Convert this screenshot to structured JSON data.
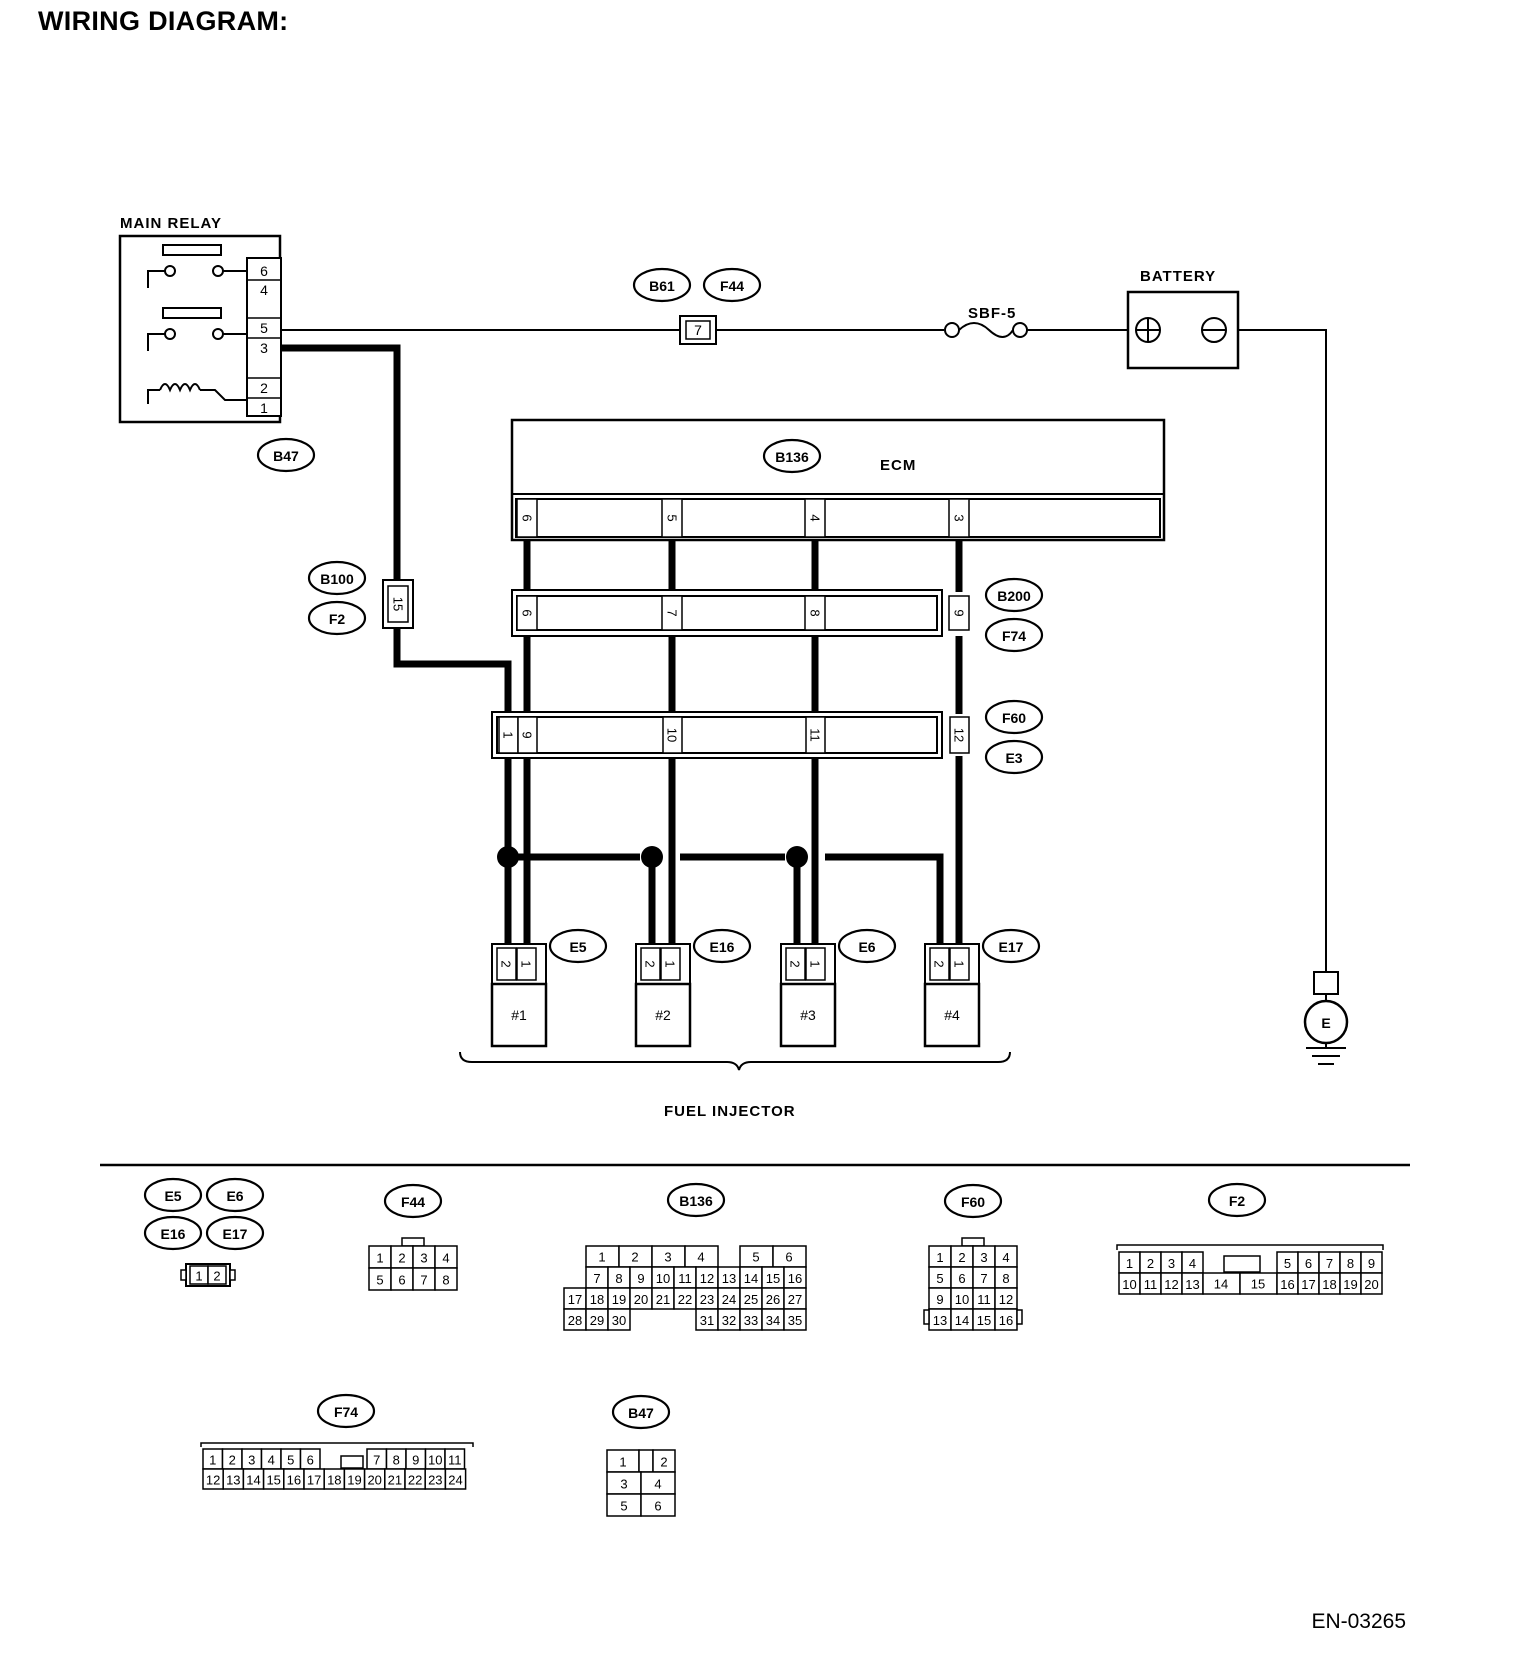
{
  "title": "WIRING DIAGRAM:",
  "doc_id": "EN-03265",
  "labels": {
    "main_relay": "MAIN RELAY",
    "battery": "BATTERY",
    "fuse": "SBF-5",
    "ecm": "ECM",
    "fuel_injector": "FUEL INJECTOR",
    "ground": "E"
  },
  "relay": {
    "connector": "B47",
    "pins": [
      "6",
      "4",
      "5",
      "3",
      "2",
      "1"
    ]
  },
  "b61_f44": {
    "connectors": [
      "B61",
      "F44"
    ],
    "pin": "7"
  },
  "b100_f2": {
    "connectors": [
      "B100",
      "F2"
    ],
    "pin": "15"
  },
  "ecm": {
    "connector": "B136",
    "pins": [
      "6",
      "5",
      "4",
      "3"
    ]
  },
  "b200_f74": {
    "connectors": [
      "B200",
      "F74"
    ],
    "pins": [
      "6",
      "7",
      "8",
      "9"
    ]
  },
  "f60_e3": {
    "connectors": [
      "F60",
      "E3"
    ],
    "pins": [
      "1",
      "9",
      "10",
      "11",
      "12"
    ]
  },
  "injectors": [
    {
      "connector": "E5",
      "label": "#1",
      "pins": [
        "2",
        "1"
      ]
    },
    {
      "connector": "E16",
      "label": "#2",
      "pins": [
        "2",
        "1"
      ]
    },
    {
      "connector": "E6",
      "label": "#3",
      "pins": [
        "2",
        "1"
      ]
    },
    {
      "connector": "E17",
      "label": "#4",
      "pins": [
        "2",
        "1"
      ]
    }
  ],
  "connector_views": {
    "e5_group": {
      "ids": [
        "E5",
        "E6",
        "E16",
        "E17"
      ],
      "rows": [
        [
          "1",
          "2"
        ]
      ]
    },
    "f44": {
      "id": "F44",
      "rows": [
        [
          "1",
          "2",
          "3",
          "4"
        ],
        [
          "5",
          "6",
          "7",
          "8"
        ]
      ]
    },
    "b136": {
      "id": "B136",
      "rows": [
        [
          "1",
          "2",
          "3",
          "4",
          "",
          "5",
          "6"
        ],
        [
          "7",
          "8",
          "9",
          "10",
          "11",
          "12",
          "13",
          "14",
          "15",
          "16"
        ],
        [
          "17",
          "18",
          "19",
          "20",
          "21",
          "22",
          "23",
          "24",
          "25",
          "26",
          "27"
        ],
        [
          "28",
          "29",
          "30",
          "31",
          "32",
          "33",
          "34",
          "35"
        ]
      ]
    },
    "f60": {
      "id": "F60",
      "rows": [
        [
          "1",
          "2",
          "3",
          "4"
        ],
        [
          "5",
          "6",
          "7",
          "8"
        ],
        [
          "9",
          "10",
          "11",
          "12"
        ],
        [
          "13",
          "14",
          "15",
          "16"
        ]
      ]
    },
    "f2": {
      "id": "F2",
      "rows": [
        [
          "1",
          "2",
          "3",
          "4",
          "5",
          "6",
          "7",
          "8",
          "9"
        ],
        [
          "10",
          "11",
          "12",
          "13",
          "14",
          "15",
          "16",
          "17",
          "18",
          "19",
          "20"
        ]
      ]
    },
    "f74": {
      "id": "F74",
      "rows": [
        [
          "1",
          "2",
          "3",
          "4",
          "5",
          "6",
          "7",
          "8",
          "9",
          "10",
          "11"
        ],
        [
          "12",
          "13",
          "14",
          "15",
          "16",
          "17",
          "18",
          "19",
          "20",
          "21",
          "22",
          "23",
          "24"
        ]
      ]
    },
    "b47": {
      "id": "B47",
      "rows": [
        [
          "1",
          "2"
        ],
        [
          "3",
          "4"
        ],
        [
          "5",
          "6"
        ]
      ]
    }
  }
}
